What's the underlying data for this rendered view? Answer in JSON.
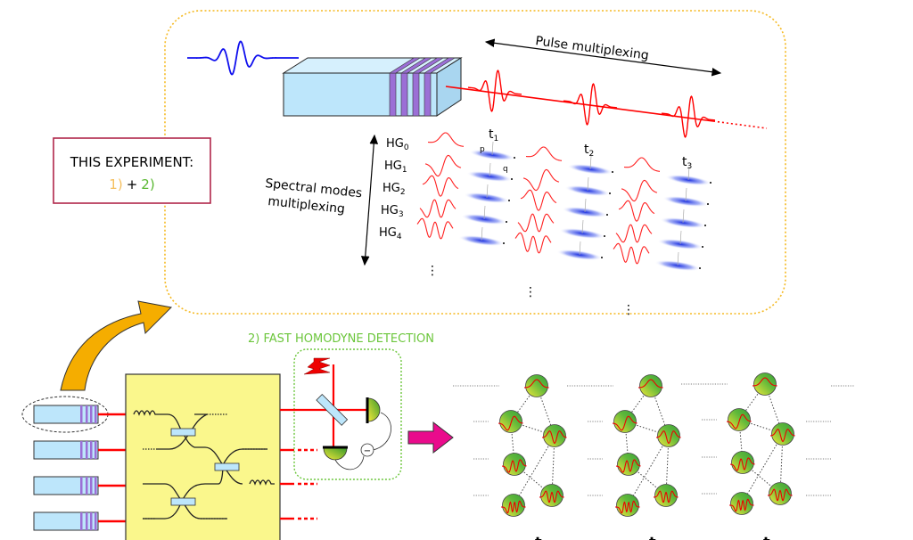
{
  "top_section": {
    "pulse_multiplexing": "Pulse multiplexing",
    "spectral_line1": "Spectral modes",
    "spectral_line2": "multiplexing",
    "hg_modes": [
      "HG",
      "HG",
      "HG",
      "HG",
      "HG"
    ],
    "hg_subscripts": [
      "0",
      "1",
      "2",
      "3",
      "4"
    ],
    "time_labels": [
      "t",
      "t",
      "t"
    ],
    "time_subscripts": [
      "1",
      "2",
      "3"
    ],
    "axis_p": "p",
    "axis_q": "q",
    "ellipsis": "⋮"
  },
  "experiment_box": {
    "title": "THIS EXPERIMENT:",
    "part1": "1)",
    "plus": "+",
    "part2": "2)"
  },
  "homodyne": {
    "title": "2) FAST HOMODYNE DETECTION",
    "minus": "−"
  },
  "bottom_time_labels": [
    "t",
    "t",
    "t"
  ],
  "colors": {
    "frame_orange": "#f5b921",
    "experiment_border": "#b0264a",
    "part1": "#f5c060",
    "part2": "#5ab832",
    "homodyne_green": "#6cc63c",
    "beam_red": "#ff0000",
    "pulse_blue": "#1010ee",
    "crystal": "#bde6fb",
    "crystal_stripe": "#9b6fd6",
    "chip_yellow": "#faf78c",
    "big_arrow": "#f5ad00",
    "magenta_arrow": "#ea0b8c"
  }
}
